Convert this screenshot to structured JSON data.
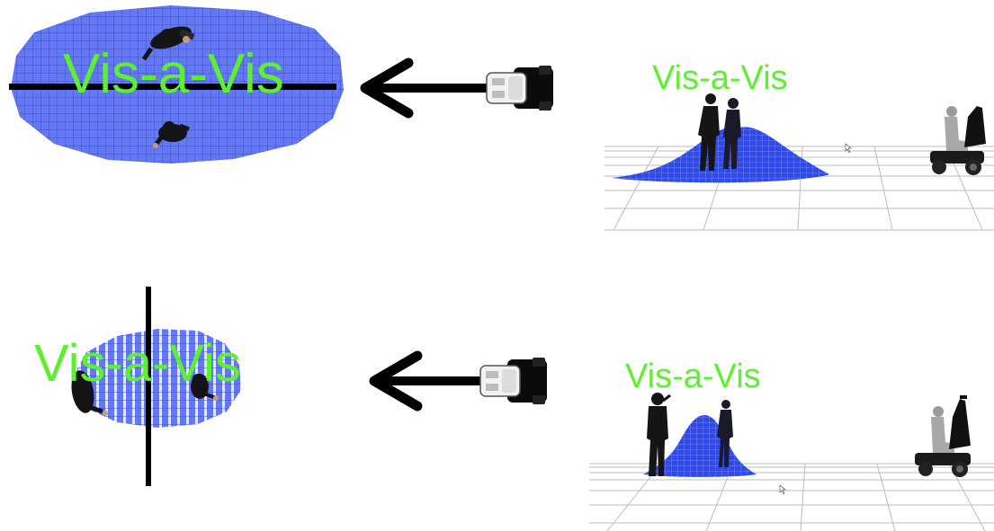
{
  "colors": {
    "label_green": "#5df032",
    "proxemic_blue": "#5b72ee",
    "proxemic_blue_dark": "#2f48e0",
    "grid_line": "#3848c8",
    "arrow": "#000000",
    "person": "#1b1b1b",
    "floor_grid": "#b8b8b8"
  },
  "panels": [
    {
      "id": "top-left-topview",
      "label": "Vis-a-Vis",
      "divider": "horizontal"
    },
    {
      "id": "top-right-3dview",
      "label": "Vis-a-Vis"
    },
    {
      "id": "bottom-left-topview",
      "label": "Vis-a-Vis",
      "divider": "vertical"
    },
    {
      "id": "bottom-right-3dview",
      "label": "Vis-a-Vis"
    }
  ],
  "icons": {
    "arrow": "left-arrow-icon",
    "robot": "wheelchair-robot-topview-icon",
    "person": "person-icon",
    "wheelchair": "wheelchair-user-icon",
    "cursor": "mouse-cursor-icon"
  }
}
